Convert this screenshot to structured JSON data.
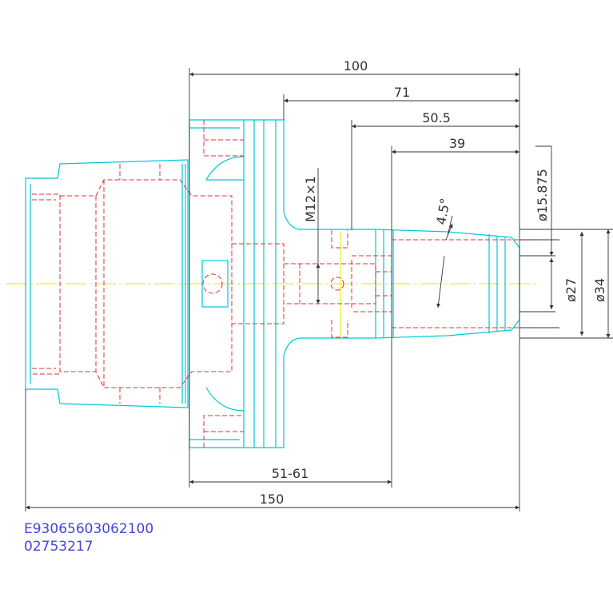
{
  "dimensions": {
    "d100": "100",
    "d71": "71",
    "d50_5": "50.5",
    "d39": "39",
    "d51_61": "51-61",
    "d150": "150",
    "thread": "M12×1",
    "angle": "4.5°",
    "dia15": "ø15.875",
    "dia27": "ø27",
    "dia34": "ø34"
  },
  "codes": {
    "line1": "E93065603062100",
    "line2": "02753217"
  },
  "colors": {
    "outline": "#00c8d8",
    "hidden": "#e03030",
    "dimension": "#333333",
    "centerline": "#e8e800",
    "code_text": "#4444dd"
  }
}
